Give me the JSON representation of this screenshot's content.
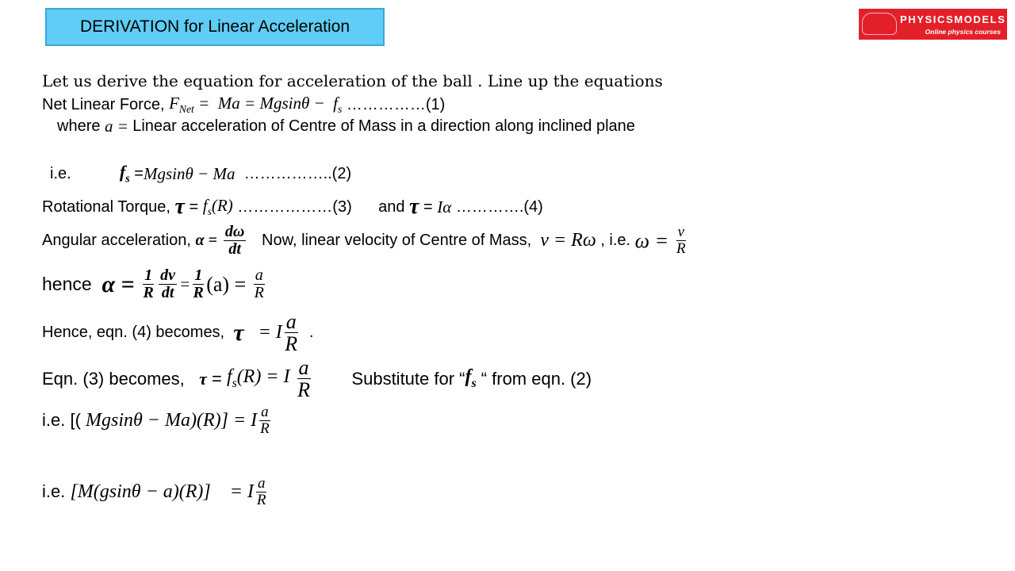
{
  "title": "DERIVATION for Linear Acceleration",
  "logo": {
    "name": "PHYSICSMODELS",
    "tagline": "Online physics courses"
  },
  "l1": "Let us derive the equation for acceleration of the ball . Line up the equations",
  "l2": {
    "a": "Net Linear Force, ",
    "b": "F",
    "c": "Net",
    "d": " =  Ma = Mgsinθ −  f",
    "e": "s",
    "f": " ……………(1)"
  },
  "l3": {
    "a": "where ",
    "b": "a = ",
    "c": "Linear acceleration of Centre of Mass in a direction along inclined plane"
  },
  "l4": {
    "a": "i.e.           ",
    "b": "f",
    "c": "s",
    "d": " =",
    "e": "Mgsinθ − Ma",
    "f": "  ……………..(2)"
  },
  "l5": {
    "a": "Rotational Torque, ",
    "b": "τ",
    "c": " = ",
    "d": "f",
    "e": "s",
    "f": "(R)",
    "g": " ………………(3)      and ",
    "h": "τ",
    "i": " = ",
    "j": "Iα",
    "k": " ………….(4)"
  },
  "l6": {
    "a": "Angular acceleration, ",
    "b": "α = ",
    "n1": "dω",
    "d1": "dt",
    "c": "   Now, linear velocity of Centre of Mass,  ",
    "d": "v = Rω",
    "e": " , i.e. ",
    "f": "ω = ",
    "n2": "v",
    "d2": "R"
  },
  "l7": {
    "a": "hence  ",
    "b": "α = ",
    "n1": "1",
    "d1": "R",
    "n2": "dv",
    "d2": "dt",
    "c": "=",
    "n3": "1",
    "d3": "R",
    "d": "(a) = ",
    "n4": "a",
    "d4": "R"
  },
  "l8": {
    "a": "Hence, eqn. (4) becomes,  ",
    "b": "τ",
    "c": "   = I",
    "n": "a",
    "d": "R",
    "e": "  ."
  },
  "l9": {
    "a": "Eqn. (3) becomes,   ",
    "b": "τ",
    "c": " = ",
    "d": "f",
    "e": "s",
    "f": "(R) = I ",
    "n": "a",
    "dn": "R",
    "g": "        Substitute for “",
    "h": "f",
    "i": "s",
    "j": " “ from eqn. (2)"
  },
  "l10": {
    "a": "i.e. [( ",
    "b": "Mgsinθ − Ma)(R)] = I",
    "n": "a",
    "d": "R"
  },
  "l11": {
    "a": "i.e. ",
    "b": "[M(gsinθ − a)(R)]    = I",
    "n": "a",
    "d": "R"
  }
}
